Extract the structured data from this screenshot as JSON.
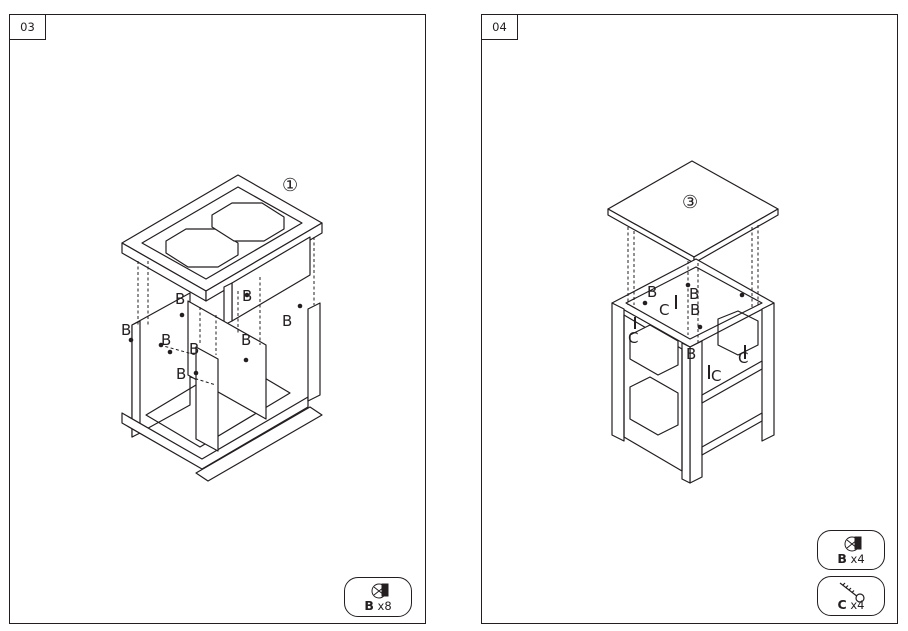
{
  "steps": [
    {
      "number": "03",
      "part_marker": "①",
      "screw_label": "B",
      "hardware": [
        {
          "letter": "B",
          "qty": "x8",
          "icon": "cam-bolt-icon"
        }
      ]
    },
    {
      "number": "04",
      "part_marker": "③",
      "screw_labels": [
        "B",
        "C"
      ],
      "hardware": [
        {
          "letter": "B",
          "qty": "x4",
          "icon": "cam-bolt-icon"
        },
        {
          "letter": "C",
          "qty": "x4",
          "icon": "wood-screw-icon"
        }
      ]
    }
  ]
}
